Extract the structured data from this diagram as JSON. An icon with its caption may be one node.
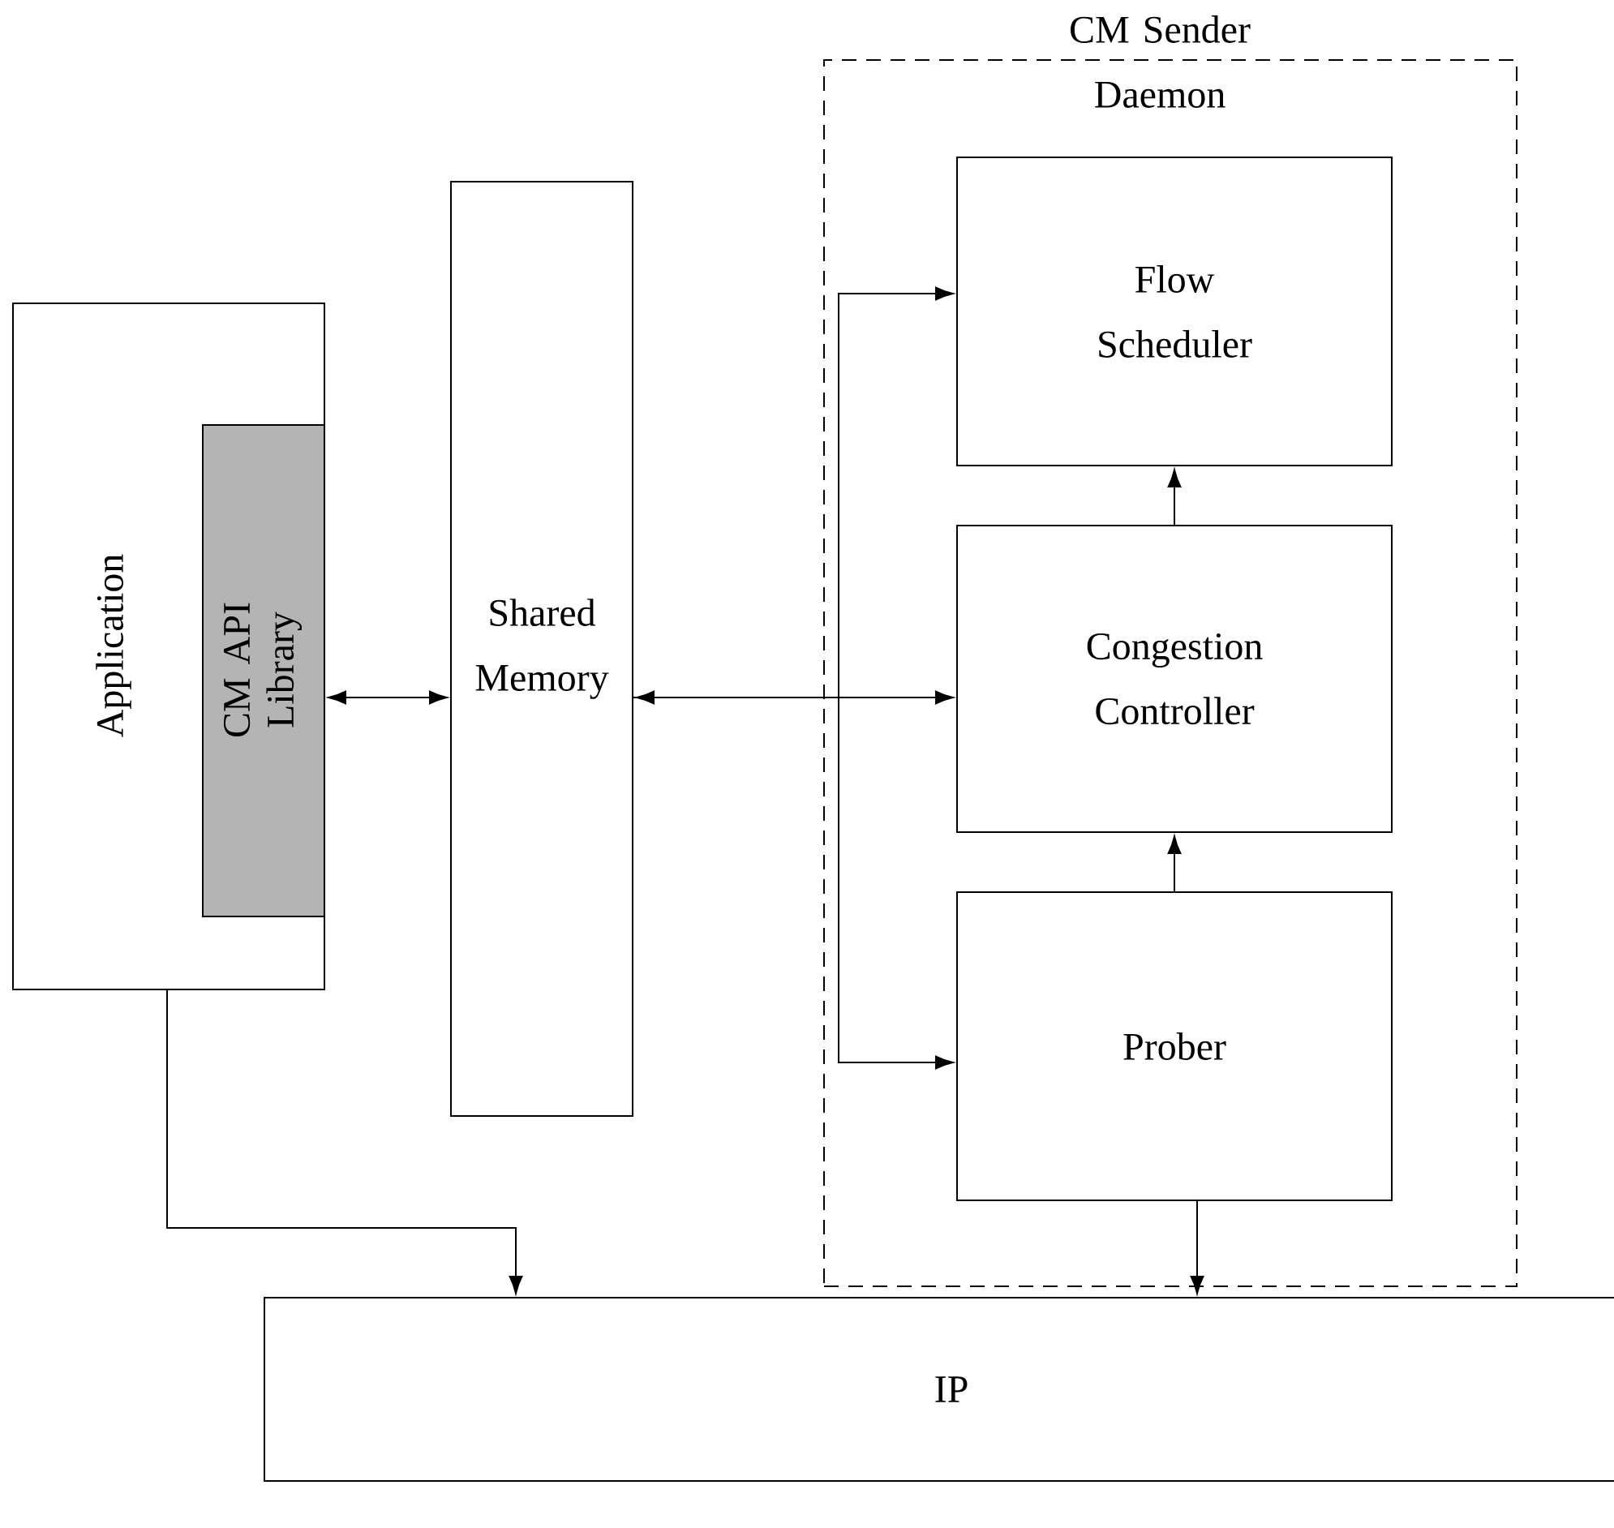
{
  "diagram": {
    "nodes": [
      {
        "text": [
          "Application"
        ]
      },
      {
        "text": [
          "CM API Library"
        ],
        "in": 0
      },
      {
        "text": [
          "Shared Memory"
        ]
      },
      {
        "text": [
          "CM Sender Daemon"
        ]
      },
      {
        "text": [
          "Flow Scheduler"
        ],
        "in": 3
      },
      {
        "text": [
          "Congestion Controller"
        ],
        "in": 3
      },
      {
        "text": [
          "Prober"
        ],
        "in": 3
      },
      {
        "text": [
          "IP"
        ]
      }
    ],
    "edges": [
      {
        "from": 1,
        "to": 2,
        "arrow": "both"
      },
      {
        "from": 2,
        "to": 5,
        "arrow": "both"
      },
      {
        "from": 2,
        "to": 4,
        "arrow": "to"
      },
      {
        "from": 2,
        "to": 6,
        "arrow": "to"
      },
      {
        "from": 5,
        "to": 4,
        "arrow": "to"
      },
      {
        "from": 6,
        "to": 5,
        "arrow": "to"
      },
      {
        "from": 0,
        "to": 7,
        "arrow": "to"
      },
      {
        "from": 6,
        "to": 7,
        "arrow": "to"
      }
    ]
  }
}
